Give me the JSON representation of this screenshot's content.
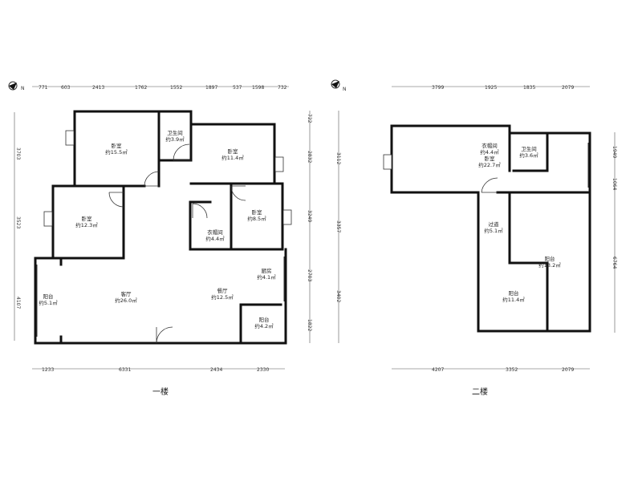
{
  "floor1": {
    "title": "一楼",
    "rooms": [
      {
        "id": "bed1",
        "name": "卧室",
        "area": "约15.5㎡"
      },
      {
        "id": "bath1",
        "name": "卫生间",
        "area": "约3.9㎡"
      },
      {
        "id": "bed2",
        "name": "卧室",
        "area": "约11.4㎡"
      },
      {
        "id": "bed3",
        "name": "卧室",
        "area": "约12.3㎡"
      },
      {
        "id": "closet1",
        "name": "衣帽间",
        "area": "约4.4㎡"
      },
      {
        "id": "bed4",
        "name": "卧室",
        "area": "约8.5㎡"
      },
      {
        "id": "balconyL",
        "name": "阳台",
        "area": "约5.1㎡"
      },
      {
        "id": "living",
        "name": "客厅",
        "area": "约26.0㎡"
      },
      {
        "id": "dining",
        "name": "餐厅",
        "area": "约12.5㎡"
      },
      {
        "id": "kitchen",
        "name": "厨房",
        "area": "约4.1㎡"
      },
      {
        "id": "balconyR",
        "name": "阳台",
        "area": "约4.2㎡"
      }
    ],
    "dims_top": [
      "771",
      "603",
      "2413",
      "1762",
      "1552",
      "1897",
      "537",
      "1598",
      "732"
    ],
    "dims_bottom": [
      "1233",
      "6331",
      "2434",
      "2330"
    ],
    "dims_left": [
      "3703",
      "3523",
      "4107"
    ],
    "dims_right_outer": [
      "722",
      "3112",
      "3357",
      "3402"
    ],
    "dims_right_inner": [
      "2832",
      "3249",
      "2703",
      "1822"
    ]
  },
  "floor2": {
    "title": "二楼",
    "rooms": [
      {
        "id": "closet2",
        "name": "衣帽间",
        "area": "约4.4㎡"
      },
      {
        "id": "bed5",
        "name": "卧室",
        "area": "约22.7㎡"
      },
      {
        "id": "bath2",
        "name": "卫生间",
        "area": "约3.6㎡"
      },
      {
        "id": "corridor",
        "name": "过道",
        "area": "约5.1㎡"
      },
      {
        "id": "balcony2a",
        "name": "阳台",
        "area": "约11.4㎡"
      },
      {
        "id": "balcony2b",
        "name": "阳台",
        "area": "约13.2㎡"
      }
    ],
    "dims_top": [
      "3799",
      "1925",
      "1835",
      "2079"
    ],
    "dims_bottom": [
      "4207",
      "3352",
      "2079"
    ],
    "dims_right": [
      "1949",
      "1064",
      "6764"
    ]
  },
  "compass": {
    "label": "N"
  }
}
